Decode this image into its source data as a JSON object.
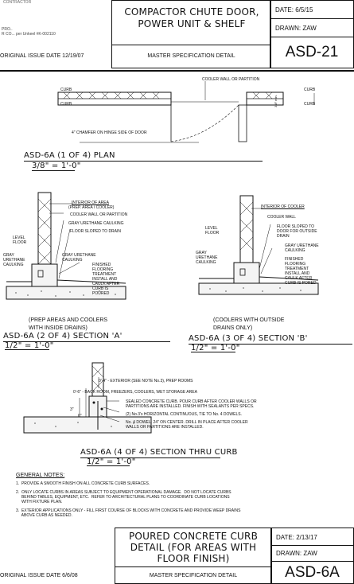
{
  "top_block": {
    "left_lines": [
      "CONTRACTOR",
      "PRO..",
      "R CO...  per Unkeel #K-002110"
    ],
    "original_issue": "ORIGINAL ISSUE DATE 12/19/07",
    "title": "COMPACTOR CHUTE DOOR, POWER UNIT & SHELF",
    "subtitle": "MASTER SPECIFICATION DETAIL",
    "date": "DATE: 6/5/15",
    "drawn": "DRAWN: ZAW",
    "sheet": "ASD-21"
  },
  "plan": {
    "labels": {
      "cooler_wall": "COOLER WALL OR PARTITION",
      "curb_left_top": "CURB",
      "curb_left_bottom": "CURB",
      "curb_right_top": "CURB",
      "curb_right_bottom": "CURB",
      "chamfer": "4\" CHAMFER ON HINGE SIDE OF DOOR",
      "dim_right": "3/8\" min."
    },
    "title": "ASD-6A (1 OF 4) PLAN",
    "scale": "3/8\" = 1'-0\""
  },
  "section_a": {
    "labels": {
      "interior": "INTERIOR OF AREA",
      "interior_sub": "(PREP. AREA / COOLER)",
      "cooler_wall": "COOLER WALL OR PARTITION",
      "gray_caulk_top": "GRAY URETHANE CAULKING",
      "floor_sloped": "FLOOR SLOPED TO DRAIN",
      "level_floor": "LEVEL\nFLOOR",
      "gray_caulk_left": "GRAY\nURETHANE\nCAULKING",
      "gray_caulk_mid": "GRAY URETHANE\nCAULKING",
      "finished": "FINISHED\nFLOORING\nTREATMENT\nINSTALL AND\nCAULK AFTER\nCURB IS\nPOURED"
    },
    "note": "(PREP AREAS AND COOLERS\nWITH INSIDE DRAINS)",
    "title": "ASD-6A (2 OF 4) SECTION 'A'",
    "scale": "1/2\" = 1'-0\""
  },
  "section_b": {
    "labels": {
      "interior": "INTERIOR OF COOLER",
      "cooler_wall": "COOLER WALL",
      "level_floor": "LEVEL\nFLOOR",
      "floor_sloped": "FLOOR SLOPED TO\nDOOR FOR OUTSIDE\nDRAIN",
      "gray_caulk_right": "GRAY URETHANE\nCAULKING",
      "gray_caulk_left": "GRAY\nURETHANE\nCAULKING",
      "finished": "FINISHED\nFLOORING\nTREATMENT\nINSTALL AND\nCAULK AFTER\nCURB IS PORED"
    },
    "note": "(COOLERS WITH OUTSIDE\nDRAINS ONLY)",
    "title": "ASD-6A (3 OF 4) SECTION 'B'",
    "scale": "1/2\" = 1'-0\""
  },
  "section_curb": {
    "labels": {
      "exterior": "0'-4\" - EXTERIOR (SEE NOTE No.3), PREP ROOMS",
      "back_room": "0'-6\" - BACK ROOM, FREEZERS, COOLERS, WET STORAGE AREA",
      "sealed": "SEALED CONCRETE CURB. POUR CURB AFTER COOLER WALLS OR\nPARTITIONS ARE INSTALLED. FINISH WITH SEALANTS PER SPECS.",
      "horizontal": "(2) No.3's HORIZONTAL CONTINUOUS, TIE TO No. 4 DOWELS.",
      "dowel": "No. 4 DOWEL, 24\" ON CENTER. DRILL IN PLACE AFTER COOLER\nWALLS OR PARTITIONS ARE INSTALLED.",
      "dim1": "3\"",
      "dim2": "6\""
    },
    "title": "ASD-6A (4 OF 4) SECTION THRU CURB",
    "scale": "1/2\" = 1'-0\""
  },
  "notes": {
    "heading": "GENERAL NOTES:",
    "items": [
      "1.  PROVIDE A SMOOTH FINISH ON ALL CONCRETE CURB SURFACES.",
      "2.  ONLY LOCATE CURBS IN AREAS SUBJECT TO EQUIPMENT OPERATIONAL DAMAGE.  DO NOT LOCATE CURBS\n     BEHIND TABLES, EQUIPMENT, ETC.  REFER TO ARCHITECTURAL PLANS TO COORDINATE CURB LOCATIONS\n     WITH FIXTURE PLAN.",
      "3.  EXTERIOR APPLICATIONS ONLY - FILL FIRST COURSE OF BLOCKS WITH CONCRETE AND PROVIDE WEEP DRAINS\n     ABOVE CURB AS NEEDED."
    ]
  },
  "bottom_block": {
    "title": "POURED CONCRETE CURB DETAIL (FOR AREAS WITH FLOOR FINISH)",
    "subtitle": "MASTER SPECIFICATION DETAIL",
    "date": "DATE: 2/13/17",
    "drawn": "DRAWN: ZAW",
    "sheet": "ASD-6A",
    "original_issue": "ORIGINAL ISSUE DATE 6/6/08"
  }
}
